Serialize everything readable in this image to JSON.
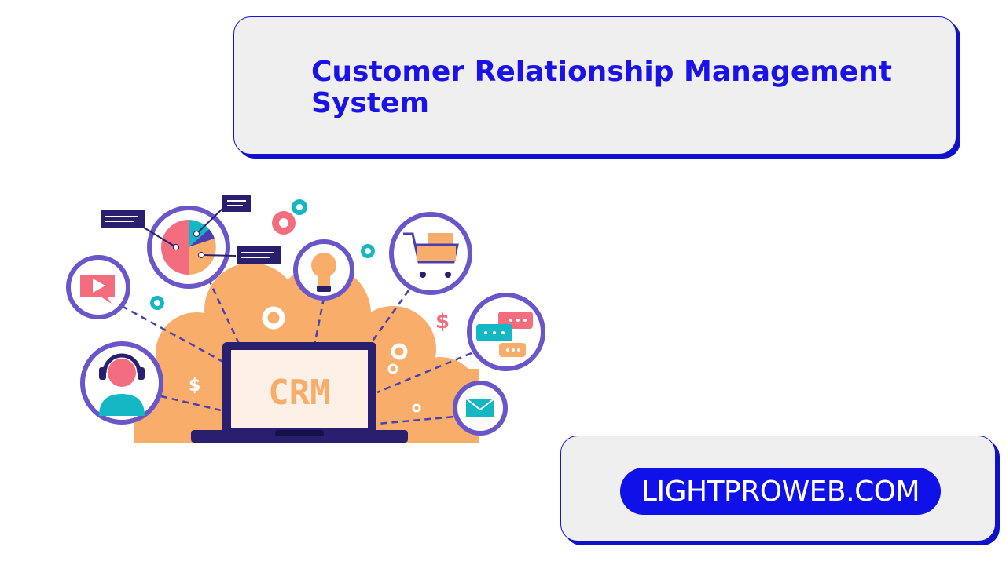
{
  "header": {
    "title": "Customer Relationship Management System"
  },
  "illustration": {
    "screen_label": "CRM",
    "currency_symbol": "$",
    "icons": [
      "video-play-icon",
      "pie-chart-icon",
      "gear-icon",
      "lightbulb-icon",
      "shopping-cart-icon",
      "chat-bubbles-icon",
      "email-icon",
      "customer-support-headset-icon",
      "laptop-icon",
      "cloud-icon"
    ]
  },
  "footer": {
    "brand": "LIGHTPROWEB.COM"
  },
  "colors": {
    "accent_blue": "#1a12e6",
    "card_bg": "#efefef",
    "cloud_orange": "#f9ad6b",
    "ring_purple": "#6a55c9",
    "navy": "#2a1f6e",
    "coral": "#f46d7f",
    "teal": "#14b8c4"
  }
}
